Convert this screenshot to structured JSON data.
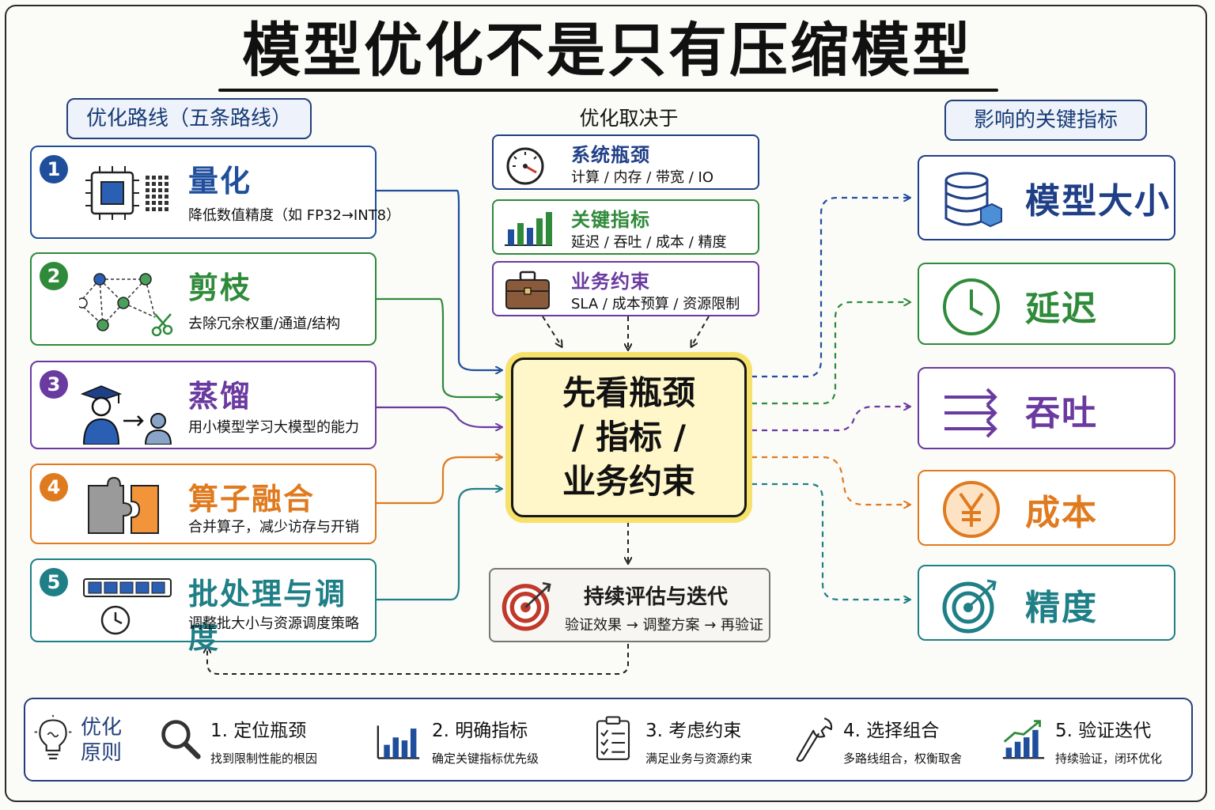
{
  "title": "模型优化不是只有压缩模型",
  "routes_header": "优化路线（五条路线）",
  "center_header": "优化取决于",
  "metrics_header": "影响的关键指标",
  "routes": [
    {
      "num": "1",
      "title": "量化",
      "desc": "降低数值精度（如 FP32→INT8）",
      "color": "#1f4e9c",
      "icon": "chip-icon"
    },
    {
      "num": "2",
      "title": "剪枝",
      "desc": "去除冗余权重/通道/结构",
      "color": "#2f8a3a",
      "icon": "network-scissors-icon"
    },
    {
      "num": "3",
      "title": "蒸馏",
      "desc": "用小模型学习大模型的能力",
      "color": "#6a3aa0",
      "icon": "teacher-student-icon"
    },
    {
      "num": "4",
      "title": "算子融合",
      "desc": "合并算子，减少访存与开销",
      "color": "#e07a1f",
      "icon": "puzzle-icon"
    },
    {
      "num": "5",
      "title": "批处理与调度",
      "desc": "调整批大小与资源调度策略",
      "color": "#1f7f86",
      "icon": "batch-clock-icon"
    }
  ],
  "factors": [
    {
      "title": "系统瓶颈",
      "desc": "计算 / 内存 / 带宽 / IO",
      "color": "#1f3f86",
      "icon": "gauge-icon"
    },
    {
      "title": "关键指标",
      "desc": "延迟 / 吞吐 / 成本 / 精度",
      "color": "#2f8a3a",
      "icon": "bar-chart-icon"
    },
    {
      "title": "业务约束",
      "desc": "SLA / 成本预算 / 资源限制",
      "color": "#6a3aa0",
      "icon": "briefcase-icon"
    }
  ],
  "core": [
    "先看瓶颈",
    "/ 指标 /",
    "业务约束"
  ],
  "iteration": {
    "title": "持续评估与迭代",
    "desc": "验证效果 → 调整方案 → 再验证",
    "icon": "target-icon"
  },
  "metrics": [
    {
      "label": "模型大小",
      "color": "#1f3f86",
      "icon": "database-icon"
    },
    {
      "label": "延迟",
      "color": "#2f8a3a",
      "icon": "clock-icon"
    },
    {
      "label": "吞吐",
      "color": "#6a3aa0",
      "icon": "arrows-icon"
    },
    {
      "label": "成本",
      "color": "#e07a1f",
      "icon": "yen-coin-icon"
    },
    {
      "label": "精度",
      "color": "#1f7f86",
      "icon": "target-icon"
    }
  ],
  "principles": {
    "header": "优化原则",
    "steps": [
      {
        "title": "1. 定位瓶颈",
        "desc": "找到限制性能的根因",
        "icon": "magnifier-icon"
      },
      {
        "title": "2. 明确指标",
        "desc": "确定关键指标优先级",
        "icon": "bar-chart-icon"
      },
      {
        "title": "3. 考虑约束",
        "desc": "满足业务与资源约束",
        "icon": "clipboard-icon"
      },
      {
        "title": "4. 选择组合",
        "desc": "多路线组合，权衡取舍",
        "icon": "wrench-icon"
      },
      {
        "title": "5. 验证迭代",
        "desc": "持续验证，闭环优化",
        "icon": "trend-chart-icon"
      }
    ]
  }
}
